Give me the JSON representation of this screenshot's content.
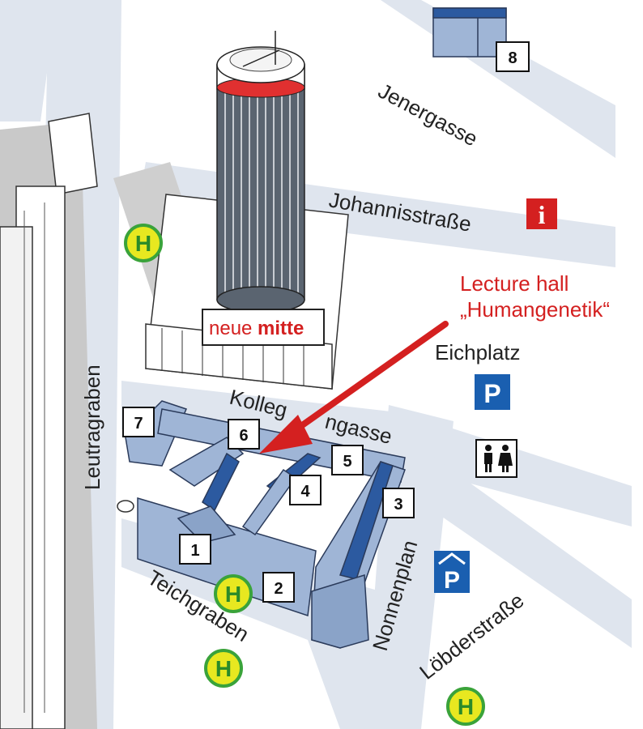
{
  "streets": {
    "jenergasse": "Jenergasse",
    "johannisstrasse": "Johannisstraße",
    "eichplatz": "Eichplatz",
    "kollegiengasse_a": "Kolleg",
    "kollegiengasse_b": "ngasse",
    "leutragraben": "Leutragraben",
    "teichgraben": "Teichgraben",
    "nonnenplan": "Nonnenplan",
    "loebderstrasse": "Löbderstraße"
  },
  "tower": {
    "sign_a": "neue",
    "sign_b": "mitte"
  },
  "buildings": [
    "1",
    "2",
    "3",
    "4",
    "5",
    "6",
    "7",
    "8"
  ],
  "bus_stop_symbol": "H",
  "parking_symbol": "P",
  "info_symbol": "i",
  "annotation": {
    "line1": "Lecture hall",
    "line2": "„Humangenetik“"
  },
  "icons": [
    "bus-stop-icon",
    "parking-icon",
    "parking-garage-icon",
    "info-icon",
    "restroom-icon"
  ],
  "colors": {
    "road": "#dfe5ee",
    "building": "#9fb5d6",
    "building_dark": "#2c5aa0",
    "arrow": "#d42020",
    "bus": "#e8e820",
    "bus_ring": "#3aa33a",
    "parking": "#1a5fb0",
    "info": "#d42020"
  }
}
